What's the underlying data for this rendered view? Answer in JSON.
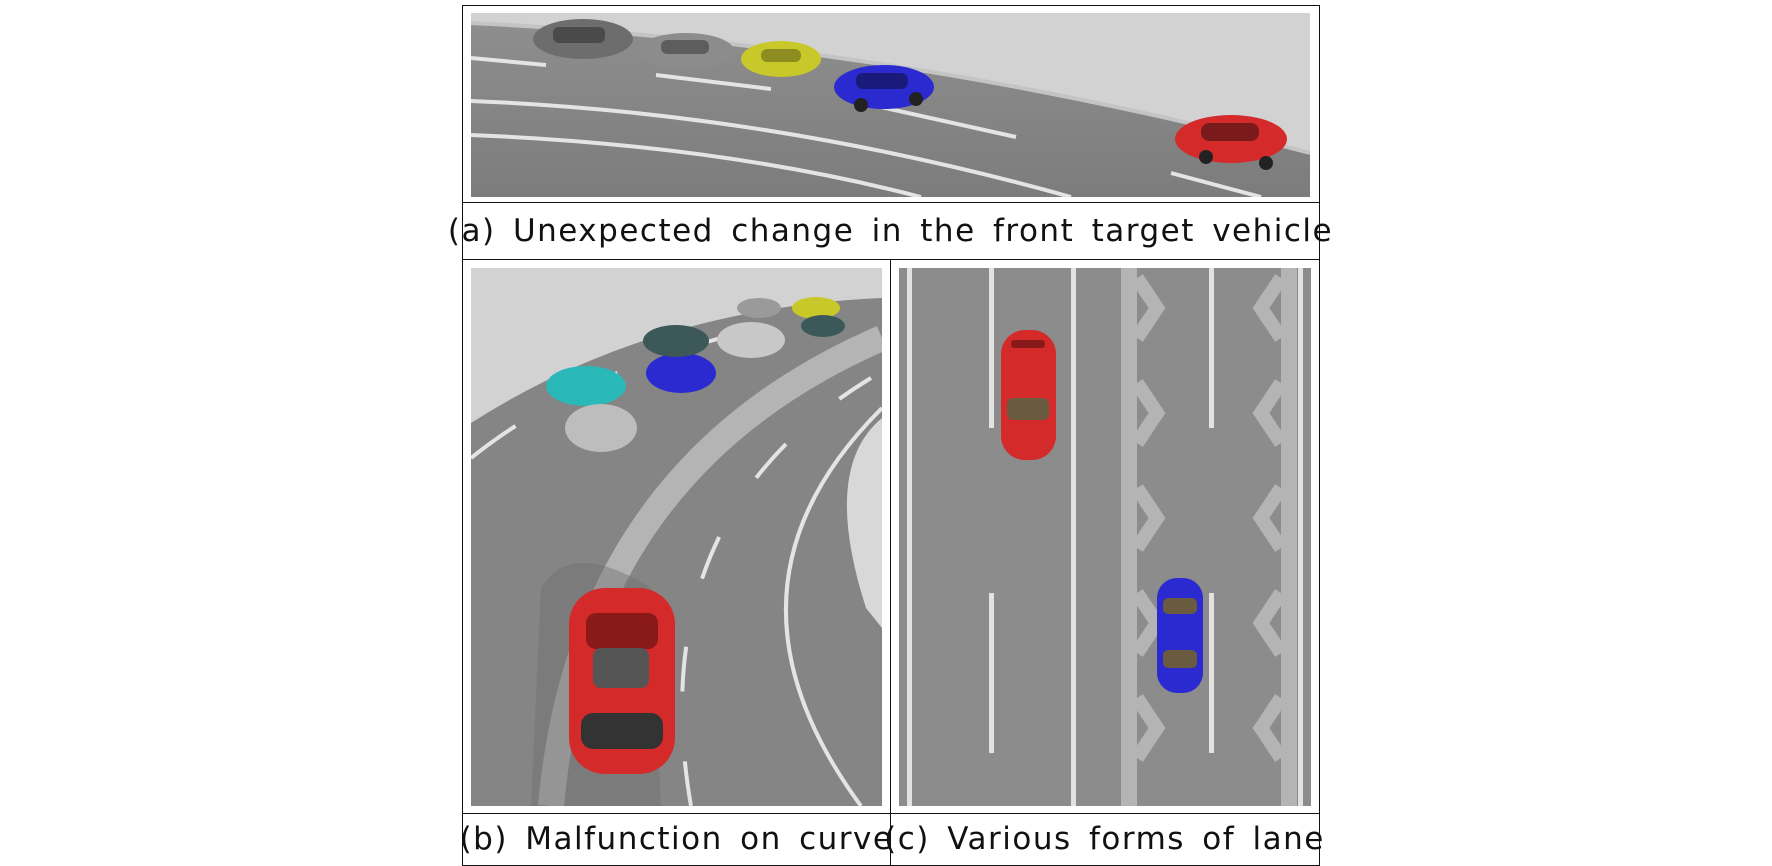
{
  "figure": {
    "panel_a": {
      "caption": "(a) Unexpected change in the front target vehicle",
      "image": "highway-curve-traffic-scene"
    },
    "panel_b": {
      "caption": "(b) Malfunction on curve",
      "image": "curved-road-red-suv-scene"
    },
    "panel_c": {
      "caption": "(c) Various forms of lane",
      "image": "top-down-lanes-scene"
    }
  },
  "colors": {
    "border": "#111111",
    "sky": "#d2d2d2",
    "asphalt": "#8a8a8a",
    "lane_marking": "#e6e6e6",
    "red_car": "#d42a2a",
    "blue_car": "#2a2ad0",
    "yellow_car": "#c8c82a",
    "cyan_car": "#2ab8b8"
  }
}
